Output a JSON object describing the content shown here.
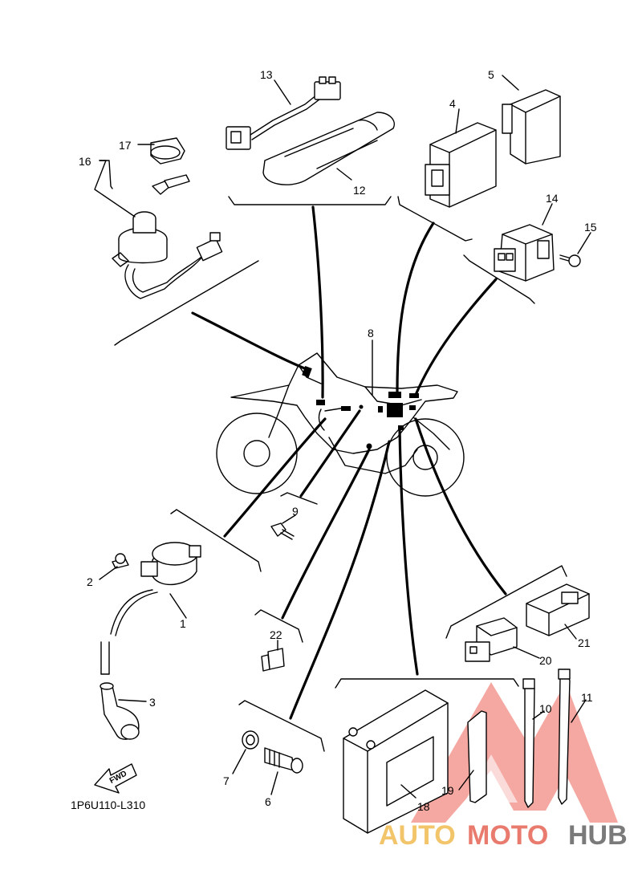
{
  "callouts": [
    {
      "id": "p1",
      "text": "1"
    },
    {
      "id": "p2",
      "text": "2"
    },
    {
      "id": "p3",
      "text": "3"
    },
    {
      "id": "p4",
      "text": "4"
    },
    {
      "id": "p5",
      "text": "5"
    },
    {
      "id": "p6",
      "text": "6"
    },
    {
      "id": "p7",
      "text": "7"
    },
    {
      "id": "p8",
      "text": "8"
    },
    {
      "id": "p9",
      "text": "9"
    },
    {
      "id": "p10",
      "text": "10"
    },
    {
      "id": "p11",
      "text": "11"
    },
    {
      "id": "p12",
      "text": "12"
    },
    {
      "id": "p13",
      "text": "13"
    },
    {
      "id": "p14",
      "text": "14"
    },
    {
      "id": "p15",
      "text": "15"
    },
    {
      "id": "p16",
      "text": "16"
    },
    {
      "id": "p17",
      "text": "17"
    },
    {
      "id": "p18",
      "text": "18"
    },
    {
      "id": "p19",
      "text": "19"
    },
    {
      "id": "p20",
      "text": "20"
    },
    {
      "id": "p21",
      "text": "21"
    },
    {
      "id": "p22",
      "text": "22"
    }
  ],
  "diagram_code": "1P6U110-L310",
  "fwd_arrow_text": "FWD",
  "watermark": {
    "part1": "AUTO",
    "part2": "MOTO",
    "part3": "HUB",
    "color_part1": "#f3c56a",
    "color_part2": "#e97b6e",
    "color_part3": "#7a7a7a",
    "logo_color": "#f28b82"
  }
}
